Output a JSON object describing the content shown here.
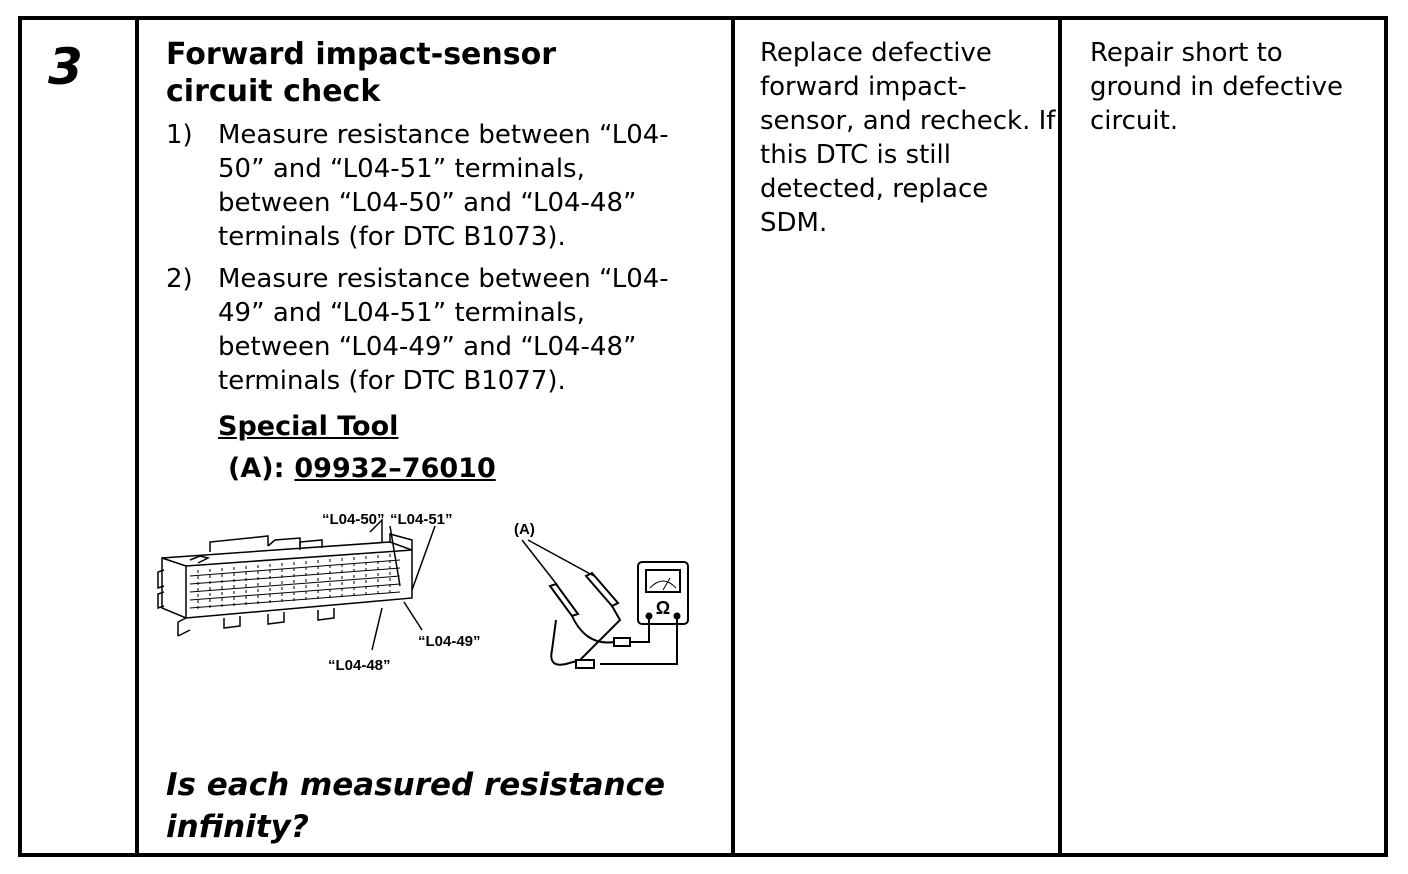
{
  "step_number": "3",
  "check": {
    "title": "Forward impact-sensor circuit check",
    "steps": [
      {
        "num": "1)",
        "text": "Measure resistance between “L04-50” and “L04-51” terminals, between “L04-50” and “L04-48” terminals (for DTC B1073)."
      },
      {
        "num": "2)",
        "text": "Measure resistance between “L04-49” and “L04-51” terminals, between “L04-49” and “L04-48” terminals (for DTC B1077)."
      }
    ],
    "special_tool_heading": "Special Tool",
    "tool_label": "(A):",
    "tool_code": "09932–76010",
    "figure": {
      "label_l04_50": "“L04-50”",
      "label_l04_51": "“L04-51”",
      "label_l04_49": "“L04-49”",
      "label_l04_48": "“L04-48”",
      "label_a": "(A)",
      "meter_symbol": "Ω"
    },
    "question": "Is each measured resistance infinity?"
  },
  "yes_action": "Replace defective forward impact-sensor, and recheck. If this DTC is still detected, replace SDM.",
  "no_action": "Repair short to ground in defective circuit."
}
